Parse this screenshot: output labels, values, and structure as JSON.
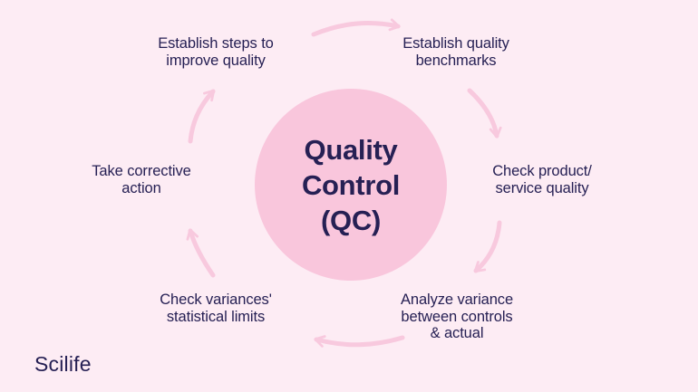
{
  "colors": {
    "background": "#fdecf4",
    "circle": "#f9c6dc",
    "arrow": "#f8c9de",
    "text": "#262054"
  },
  "center": {
    "title": "Quality\nControl\n(QC)"
  },
  "labels": [
    {
      "id": "establish-steps",
      "text": "Establish steps to\nimprove quality"
    },
    {
      "id": "establish-benchmarks",
      "text": "Establish quality\nbenchmarks"
    },
    {
      "id": "check-product",
      "text": "Check product/\nservice quality"
    },
    {
      "id": "analyze-variance",
      "text": "Analyze variance\nbetween controls\n& actual"
    },
    {
      "id": "check-variances",
      "text": "Check variances'\nstatistical limits"
    },
    {
      "id": "take-corrective",
      "text": "Take corrective\naction"
    }
  ],
  "logo": {
    "text": "Scilife"
  }
}
